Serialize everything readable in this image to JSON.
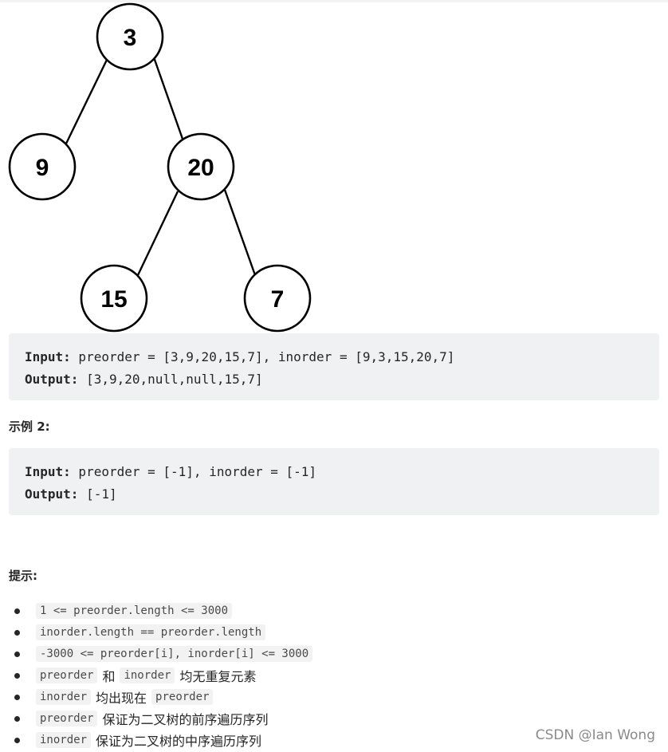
{
  "tree": {
    "nodes": [
      "3",
      "9",
      "20",
      "15",
      "7"
    ]
  },
  "example1": {
    "input_label": "Input:",
    "input_value": " preorder = [3,9,20,15,7], inorder = [9,3,15,20,7]",
    "output_label": "Output:",
    "output_value": " [3,9,20,null,null,15,7]"
  },
  "example2": {
    "heading": "示例 2:",
    "input_label": "Input:",
    "input_value": " preorder = [-1], inorder = [-1]",
    "output_label": "Output:",
    "output_value": " [-1]"
  },
  "hints": {
    "heading": "提示:",
    "items": [
      {
        "code1": "1 <= preorder.length <= 3000"
      },
      {
        "code1": "inorder.length == preorder.length"
      },
      {
        "code1": "-3000 <= preorder[i], inorder[i] <= 3000"
      },
      {
        "code1": "preorder",
        "text1": "和",
        "code2": "inorder",
        "text2": "均无重复元素"
      },
      {
        "code1": "inorder",
        "text1": "均出现在",
        "code2": "preorder"
      },
      {
        "code1": "preorder",
        "text1": "保证为二叉树的前序遍历序列"
      },
      {
        "code1": "inorder",
        "text1": "保证为二叉树的中序遍历序列"
      }
    ]
  },
  "watermark": "CSDN @Ian Wong"
}
